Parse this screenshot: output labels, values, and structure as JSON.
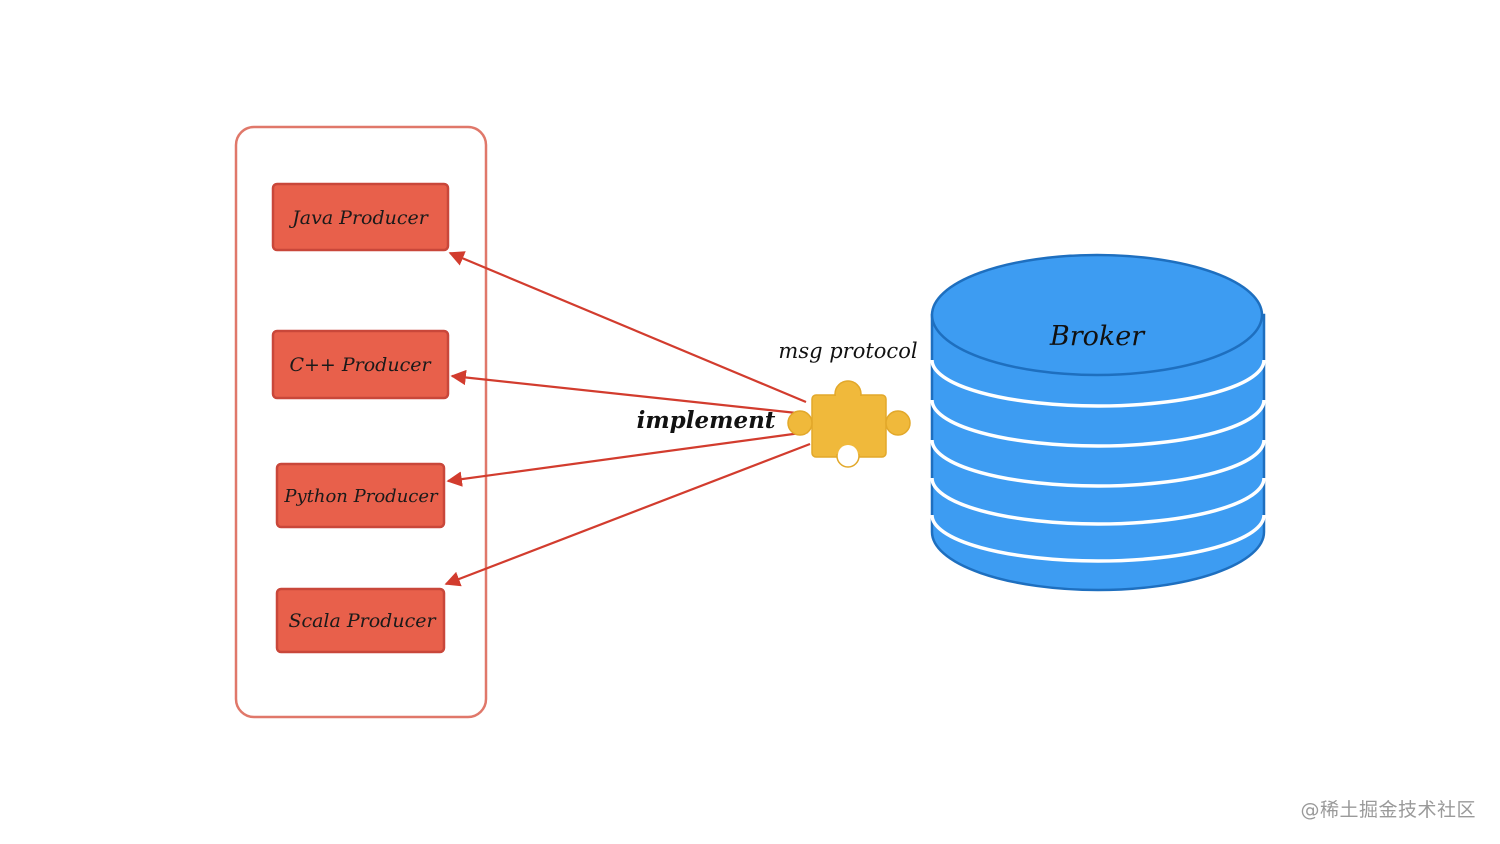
{
  "producers": [
    {
      "label": "Java Producer"
    },
    {
      "label": "C++ Producer"
    },
    {
      "label": "Python Producer"
    },
    {
      "label": "Scala Producer"
    }
  ],
  "puzzle": {
    "protocol_label": "msg protocol",
    "implement_label": "implement",
    "icon": "puzzle-piece-icon"
  },
  "broker": {
    "label": "Broker",
    "icon": "database-cylinder-icon"
  },
  "watermark": "@稀土掘金技术社区",
  "colors": {
    "producer_fill": "#e8604b",
    "producer_stroke": "#c9473a",
    "group_stroke": "#e0786a",
    "arrow": "#d23c2e",
    "puzzle": "#f0b93b",
    "broker_fill": "#3d9cf2",
    "broker_stroke": "#1e6fbf"
  }
}
